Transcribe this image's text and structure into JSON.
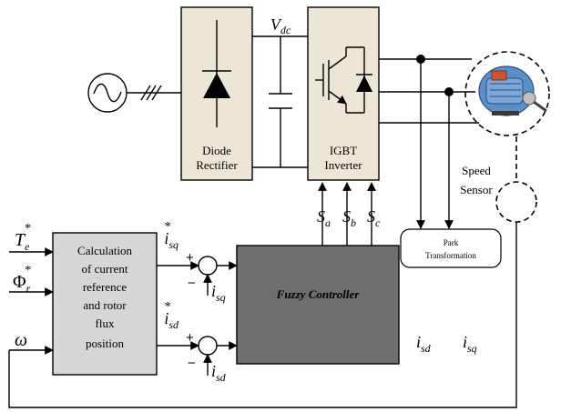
{
  "blocks": {
    "diode_rectifier": {
      "line1": "Diode",
      "line2": "Rectifier"
    },
    "igbt_inverter": {
      "line1": "IGBT",
      "line2": "Inverter"
    },
    "calculation": {
      "lines": [
        "Calculation",
        "of current",
        "reference",
        "and rotor",
        "flux",
        "position"
      ]
    },
    "fuzzy_controller": {
      "label": "Fuzzy Controller"
    },
    "park_transformation": {
      "line1": "Park",
      "line2": "Transformation"
    }
  },
  "speed_sensor": {
    "line1": "Speed",
    "line2": "Sensor"
  },
  "symbols": {
    "vdc": {
      "main": "V",
      "sub": "dc"
    },
    "te": {
      "main": "T",
      "sub": "e",
      "sup": "*"
    },
    "phi": {
      "main": "Φ",
      "sub": "r",
      "sup": "*"
    },
    "omega": {
      "main": "ω"
    },
    "isq_ref": {
      "main": "i",
      "sub": "sq",
      "sup": "*"
    },
    "isd_ref": {
      "main": "i",
      "sub": "sd",
      "sup": "*"
    },
    "isq_fb": {
      "main": "i",
      "sub": "sq"
    },
    "isd_fb": {
      "main": "i",
      "sub": "sd"
    },
    "isd_out": {
      "main": "i",
      "sub": "sd"
    },
    "isq_out": {
      "main": "i",
      "sub": "sq"
    },
    "sa": {
      "main": "S",
      "sub": "a"
    },
    "sb": {
      "main": "S",
      "sub": "b"
    },
    "sc": {
      "main": "S",
      "sub": "c"
    }
  },
  "signs": {
    "plus": "+",
    "minus": "−"
  },
  "colors": {
    "converter_fill": "#ece6d7",
    "calc_fill": "#d6d6d6",
    "fuzzy_fill": "#6e6e6e",
    "motor_body": "#5b8fc9"
  }
}
